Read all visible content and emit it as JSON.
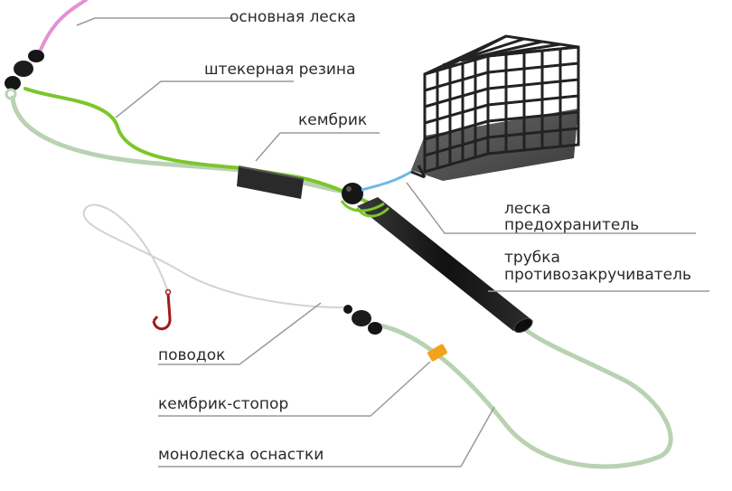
{
  "labels": {
    "main_line": "основная леска",
    "feeder_gum": "штекерная резина",
    "cambric": "кембрик",
    "safety_line_1": "леска",
    "safety_line_2": "предохранитель",
    "anti_tangle_1": "трубка",
    "anti_tangle_2": "противозакручиватель",
    "leader": "поводок",
    "cambric_stopper": "кембрик-стопор",
    "mono_rig": "монолеска оснастки"
  },
  "colors": {
    "main_line": "#e58fd6",
    "feeder_gum": "#7cc62b",
    "rig_line": "#b9d2b2",
    "tube": "#1e1e1e",
    "cage": "#222222",
    "safety_line": "#6fb8e8",
    "stopper": "#f3a21c",
    "hook": "#a11919",
    "leader_line": "#cfd3da",
    "callout": "#9a9a9a"
  },
  "icons": {
    "swivel_top": "swivel-icon",
    "swivel_mid": "swivel-icon",
    "bead": "bead-icon",
    "feeder": "feeder-cage-icon",
    "hook": "hook-icon"
  }
}
